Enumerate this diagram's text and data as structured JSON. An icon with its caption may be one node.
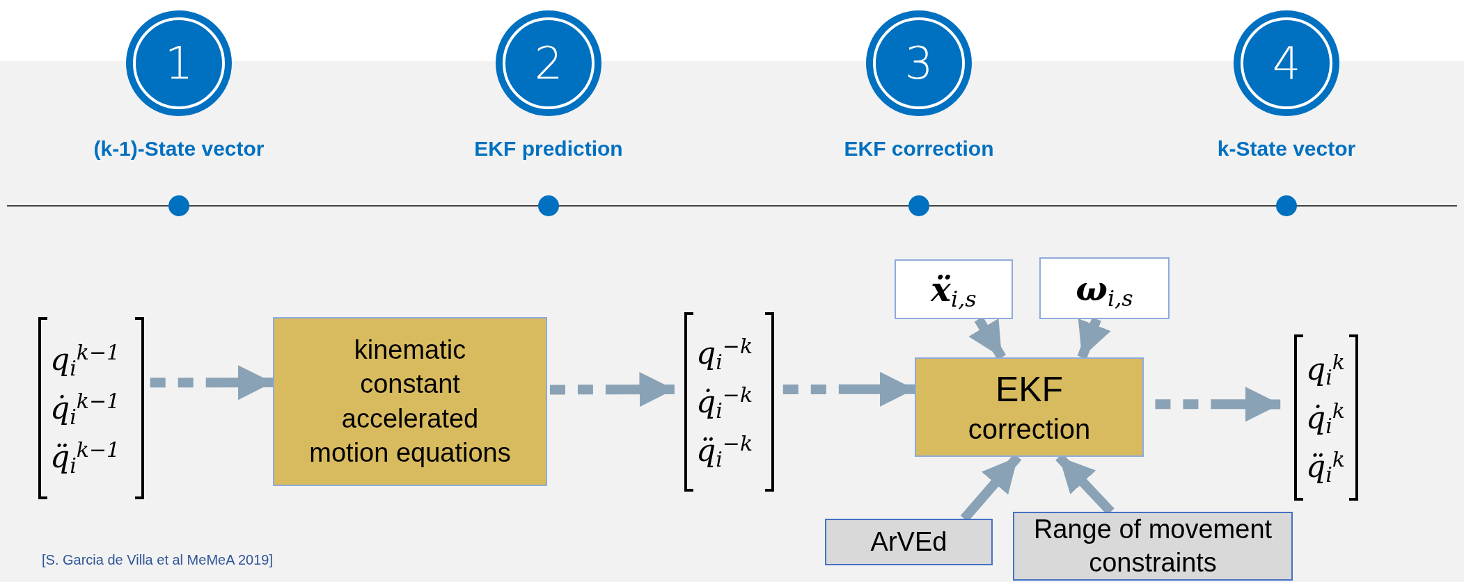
{
  "diagram": {
    "nodes": [
      {
        "text": [
          "1"
        ],
        "beside": [
          "(k-1)-State vector"
        ]
      },
      {
        "text": [
          "2"
        ],
        "beside": [
          "EKF prediction"
        ]
      },
      {
        "text": [
          "3"
        ],
        "beside": [
          "EKF correction"
        ]
      },
      {
        "text": [
          "4"
        ],
        "beside": [
          "k-State vector"
        ]
      },
      {
        "text": [
          "q$_{i}$$^{k−1}$",
          "q̇$_{i}$$^{k−1}$",
          "q̈$_{i}$$^{k−1}$"
        ]
      },
      {
        "text": [
          "kinematic constant accelerated motion equations"
        ]
      },
      {
        "text": [
          "q$_{i}$$^{−k}$",
          "q̇$_{i}$$^{−k}$",
          "q̈$_{i}$$^{−k}$"
        ]
      },
      {
        "text": [
          "EKF",
          "correction"
        ]
      },
      {
        "text": [
          "**ẍ**$_{i,s}$"
        ]
      },
      {
        "text": [
          "**ω**$_{i,s}$"
        ]
      },
      {
        "text": [
          "ArVEd"
        ]
      },
      {
        "text": [
          "Range of movement constraints"
        ]
      },
      {
        "text": [
          "q$_{i}$$^{k}$",
          "q̇$_{i}$$^{k}$",
          "q̈$_{i}$$^{k}$"
        ]
      }
    ],
    "edges": [
      {
        "from": 4,
        "to": 5,
        "arrow": "to",
        "style": "dashed"
      },
      {
        "from": 5,
        "to": 6,
        "arrow": "to",
        "style": "dashed"
      },
      {
        "from": 6,
        "to": 7,
        "arrow": "to",
        "style": "dashed"
      },
      {
        "from": 7,
        "to": 12,
        "arrow": "to",
        "style": "dashed"
      },
      {
        "from": 8,
        "to": 7,
        "arrow": "to"
      },
      {
        "from": 9,
        "to": 7,
        "arrow": "to"
      },
      {
        "from": 10,
        "to": 7,
        "arrow": "to"
      },
      {
        "from": 11,
        "to": 7,
        "arrow": "to"
      }
    ],
    "labels": [
      "[S. Garcia de Villa et al MeMeA 2019]"
    ]
  }
}
